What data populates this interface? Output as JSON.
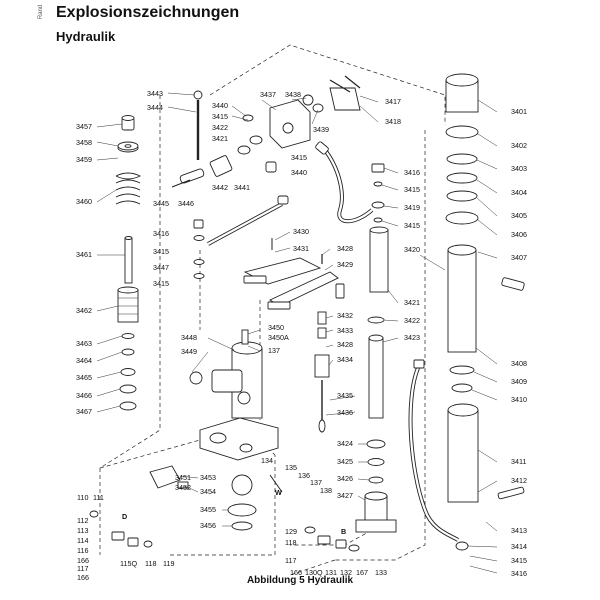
{
  "header": {
    "title": "Explosionszeichnungen",
    "subtitle": "Hydraulik",
    "side_mark": "Rand"
  },
  "caption": "Abbildung 5 Hydraulik",
  "callouts": {
    "c3443": "3443",
    "c3444": "3444",
    "c3457": "3457",
    "c3458": "3458",
    "c3459": "3459",
    "c3460": "3460",
    "c3461": "3461",
    "c3462": "3462",
    "c3463": "3463",
    "c3464": "3464",
    "c3465": "3465",
    "c3466": "3466",
    "c3467": "3467",
    "c3440a": "3440",
    "c3415a": "3415",
    "c3422": "3422",
    "c3421a": "3421",
    "c3442": "3442",
    "c3441": "3441",
    "c3445": "3445",
    "c3446": "3446",
    "c3437": "3437",
    "c3438": "3438",
    "c3439": "3439",
    "c3415b": "3415",
    "c3440b": "3440",
    "c3417": "3417",
    "c3418": "3418",
    "c3416a": "3416",
    "c3415c": "3415",
    "c3447": "3447",
    "c3415d": "3415",
    "c3430": "3430",
    "c3431": "3431",
    "c3428a": "3428",
    "c3429": "3429",
    "c3448": "3448",
    "c3449": "3449",
    "c3450": "3450",
    "c3450a": "3450A",
    "c137a": "137",
    "c3432": "3432",
    "c3433": "3433",
    "c3428b": "3428",
    "c3434": "3434",
    "c3435": "3435",
    "c3436": "3436",
    "c3416b": "3416",
    "c3415e": "3415",
    "c3419": "3419",
    "c3415f": "3415",
    "c3420": "3420",
    "c3421b": "3421",
    "c3422b": "3422",
    "c3423": "3423",
    "c3424": "3424",
    "c3425": "3425",
    "c3426": "3426",
    "c3427": "3427",
    "c3401": "3401",
    "c3402": "3402",
    "c3403": "3403",
    "c3404": "3404",
    "c3405": "3405",
    "c3406": "3406",
    "c3407": "3407",
    "c3408": "3408",
    "c3409": "3409",
    "c3410": "3410",
    "c3411": "3411",
    "c3412": "3412",
    "c3413": "3413",
    "c3414": "3414",
    "c3415g": "3415",
    "c3416c": "3416",
    "c3451": "3451",
    "c3452": "3452",
    "c3453": "3453",
    "c3454": "3454",
    "c3455": "3455",
    "c3456": "3456",
    "c134": "134",
    "c135": "135",
    "c136": "136",
    "c137b": "137",
    "c138": "138",
    "c110": "110",
    "c111": "111",
    "c112": "112",
    "c113": "113",
    "c114": "114",
    "c116": "116",
    "c166a": "166",
    "c117a": "117",
    "c166b": "166",
    "cD": "D",
    "c115q": "115Q",
    "c118a": "118",
    "c119": "119",
    "c129": "129",
    "c118b": "118",
    "cB": "B",
    "c117b": "117",
    "c166c": "166",
    "c130q": "130Q",
    "c131": "131",
    "c132": "132",
    "c167": "167",
    "c133": "133",
    "cW": "W"
  }
}
